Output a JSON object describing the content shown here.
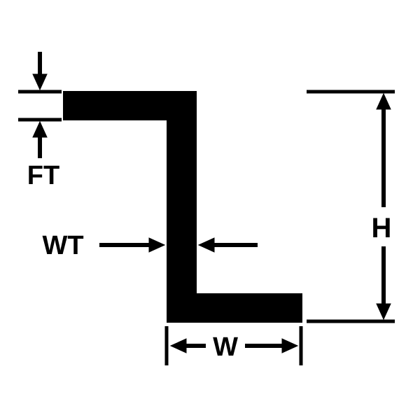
{
  "diagram": {
    "labels": {
      "flange_thickness": "FT",
      "web_thickness": "WT",
      "height": "H",
      "width": "W"
    },
    "colors": {
      "shape": "#000000",
      "line": "#000000",
      "background": "#ffffff"
    }
  }
}
